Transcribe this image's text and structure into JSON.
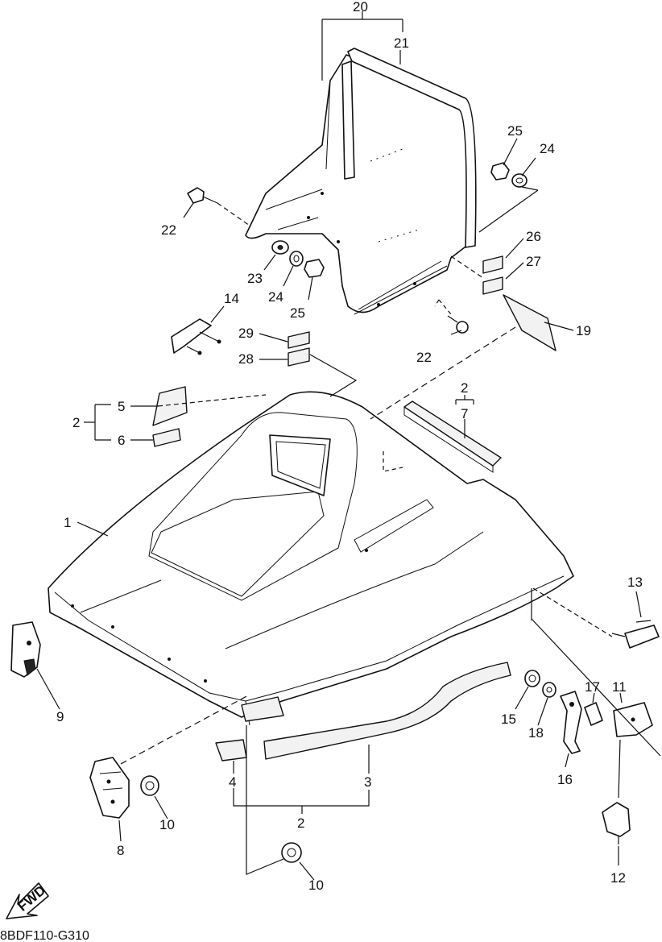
{
  "drawing_code": "8BDF110-G310",
  "fwd_label": "FWD",
  "callouts": {
    "c1": "1",
    "c2a": "2",
    "c2b": "2",
    "c2c": "2",
    "c3": "3",
    "c4": "4",
    "c5": "5",
    "c6": "6",
    "c7": "7",
    "c8": "8",
    "c9": "9",
    "c10a": "10",
    "c10b": "10",
    "c11": "11",
    "c12": "12",
    "c13": "13",
    "c14": "14",
    "c15": "15",
    "c16": "16",
    "c17": "17",
    "c18": "18",
    "c19": "19",
    "c20": "20",
    "c21": "21",
    "c22a": "22",
    "c22b": "22",
    "c23": "23",
    "c24a": "24",
    "c24b": "24",
    "c25a": "25",
    "c25b": "25",
    "c26": "26",
    "c27": "27",
    "c28": "28",
    "c29": "29"
  }
}
